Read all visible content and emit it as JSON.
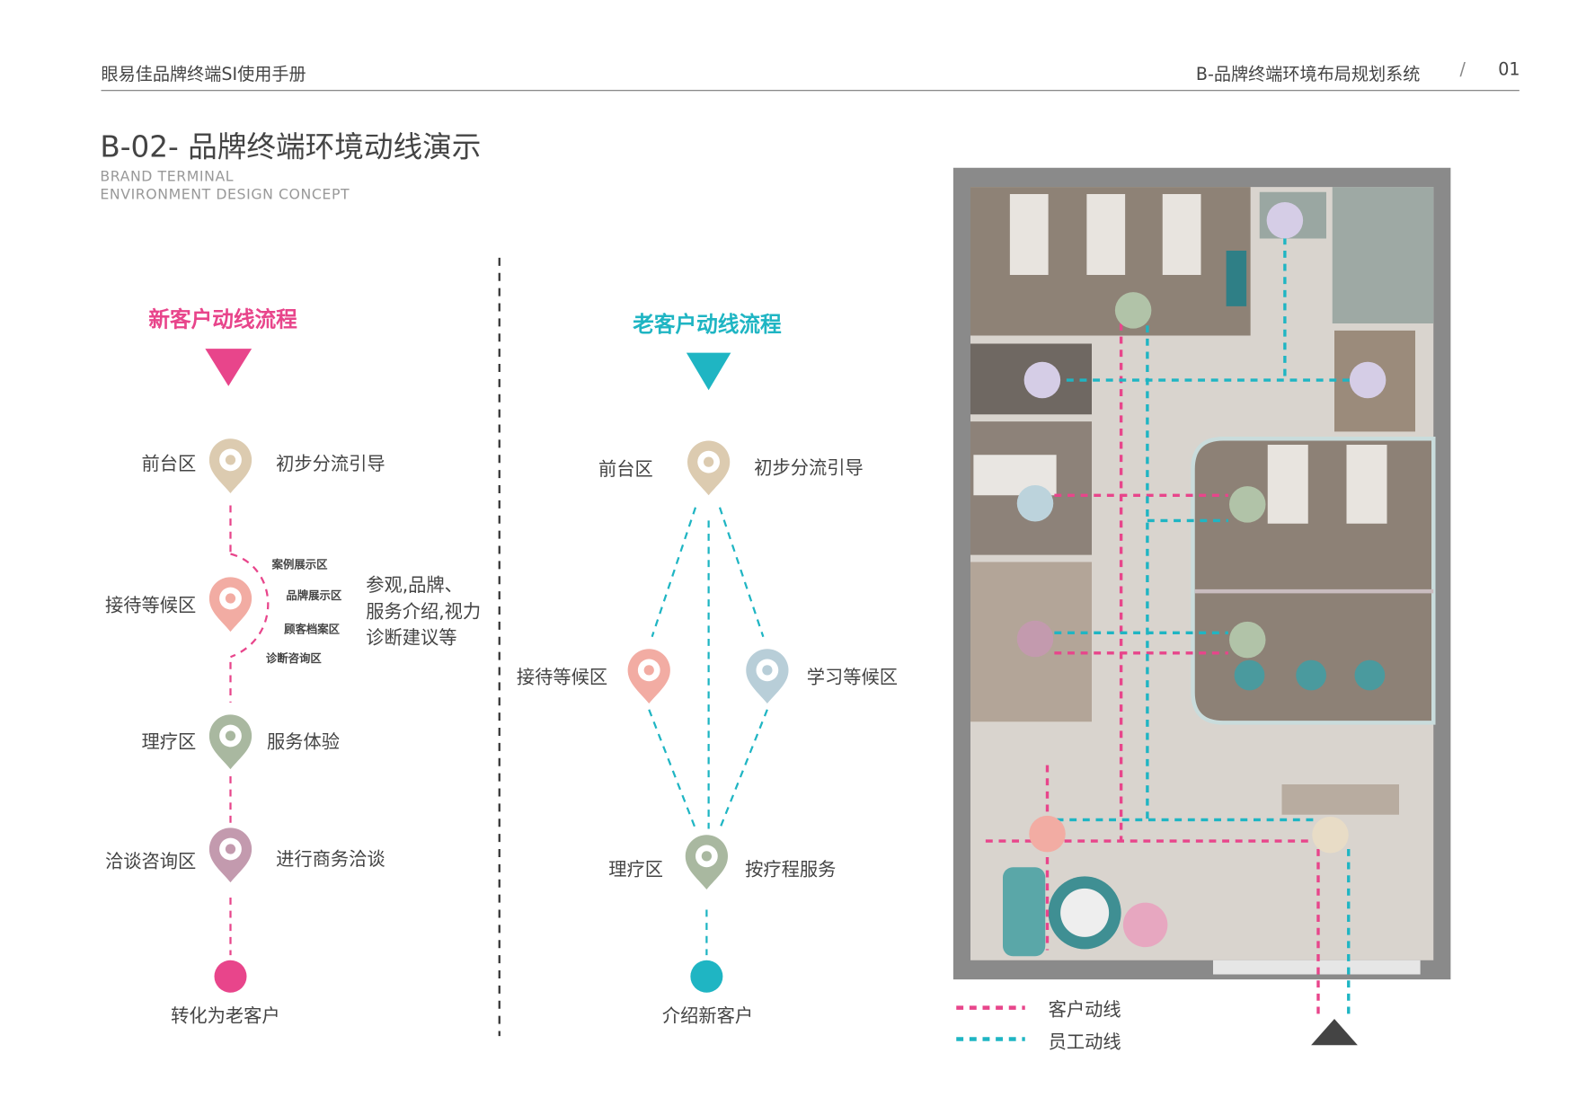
{
  "header": {
    "manual": "眼易佳品牌终端SI使用手册",
    "section": "B-品牌终端环境布局规划系统",
    "sep": "/",
    "page": "01"
  },
  "title": "B-02- 品牌终端环境动线演示",
  "subtitle": [
    "BRAND TERMINAL",
    "ENVIRONMENT DESIGN CONCEPT"
  ],
  "new_flow": {
    "heading": "新客户动线流程",
    "steps": [
      {
        "zone": "前台区",
        "desc": "初步分流引导",
        "color": "#dccbb0"
      },
      {
        "zone": "接待等候区",
        "desc": "",
        "color": "#f2aca3"
      },
      {
        "zone": "理疗区",
        "desc": "服务体验",
        "color": "#a9b8a0"
      },
      {
        "zone": "洽谈咨询区",
        "desc": "进行商务洽谈",
        "color": "#c39aae"
      }
    ],
    "sub_areas": [
      "案例展示区",
      "品牌展示区",
      "顾客档案区",
      "诊断咨询区"
    ],
    "reception_desc": [
      "参观,品牌、",
      "服务介绍,视力",
      "诊断建议等"
    ],
    "end": "转化为老客户"
  },
  "old_flow": {
    "heading": "老客户动线流程",
    "steps": [
      {
        "zone": "前台区",
        "desc": "初步分流引导",
        "color": "#dccbb0"
      },
      {
        "zone": "接待等候区",
        "desc": "",
        "color": "#f2aca3"
      },
      {
        "zone": "学习等候区",
        "desc": "",
        "color": "#b8ced8"
      },
      {
        "zone": "理疗区",
        "desc": "按疗程服务",
        "color": "#a9b8a0"
      }
    ],
    "end": "介绍新客户"
  },
  "legend": [
    {
      "label": "客户动线",
      "color": "#e8458b"
    },
    {
      "label": "员工动线",
      "color": "#1fb5c3"
    }
  ],
  "colors": {
    "pink": "#e8458b",
    "cyan": "#1fb5c3"
  }
}
